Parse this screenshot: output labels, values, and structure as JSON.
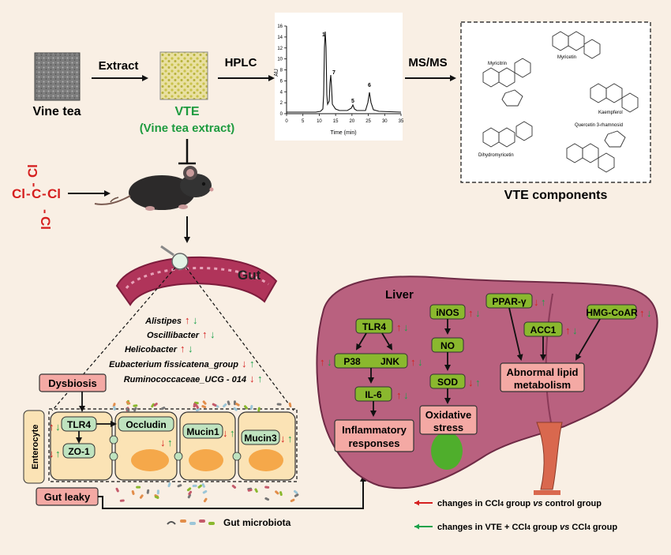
{
  "workflow": {
    "source": "Vine tea",
    "extract_arrow": "Extract",
    "vte_abbr": "VTE",
    "vte_full": "(Vine tea extract)",
    "hplc_arrow": "HPLC",
    "msms_arrow": "MS/MS",
    "components_title": "VTE components"
  },
  "hplc": {
    "y_axis_label": "AU",
    "x_axis_label": "Time (min)",
    "y_ticks": [
      "0",
      "2",
      "4",
      "6",
      "8",
      "10",
      "12",
      "14",
      "16"
    ],
    "x_ticks": [
      "0",
      "5",
      "10",
      "15",
      "20",
      "25",
      "30",
      "35"
    ],
    "peak_labels": [
      "1",
      "7",
      "5",
      "6"
    ]
  },
  "compounds": [
    "Myricitrin",
    "Myricetin",
    "Kaempferol",
    "Quercetin 3-rhamnosid",
    "Dihydromyricetin"
  ],
  "ccl4_formula": {
    "top": "Cl",
    "left": "Cl",
    "c": "C",
    "right": "Cl",
    "bottom": "Cl",
    "dash": "-"
  },
  "gut": {
    "organ_label": "Gut",
    "bacteria": [
      "Alistipes",
      "Oscillibacter",
      "Helicobacter",
      "Eubacterium fissicatena_group",
      "Ruminococcaceae_UCG - 014"
    ],
    "dysbiosis": "Dysbiosis",
    "enterocyte": "Enterocyte",
    "tlr4": "TLR4",
    "zo1": "ZO-1",
    "occludin": "Occludin",
    "mucin1": "Mucin1",
    "mucin3": "Mucin3",
    "gut_leaky": "Gut leaky",
    "microbiota_legend": "Gut microbiota"
  },
  "liver": {
    "organ_label": "Liver",
    "tlr4": "TLR4",
    "p38": "P38",
    "jnk": "JNK",
    "il6": "IL-6",
    "inflammatory": [
      "Inflammatory",
      "responses"
    ],
    "inos": "iNOS",
    "no": "NO",
    "sod": "SOD",
    "oxidative": [
      "Oxidative",
      "stress"
    ],
    "ppar": "PPAR-γ",
    "acc1": "ACC1",
    "hmg": "HMG-CoAR",
    "lipid": [
      "Abnormal lipid",
      "metabolism"
    ]
  },
  "legend": {
    "red_prefix": "changes in CCl",
    "red_sub": "4",
    "red_mid": " group ",
    "red_vs": "vs",
    "red_suffix": " control group",
    "green_prefix": "changes in VTE + CCl",
    "green_sub": "4",
    "green_mid": " group ",
    "green_vs": "vs",
    "green_suffix_pre": " CCl",
    "green_suffix_sub": "4",
    "green_suffix_post": " group"
  },
  "colors": {
    "background": "#f9efe4",
    "liver": "#b9617f",
    "gut": "#b0345a",
    "marker_green": "#8ab82e",
    "outcome_pink": "#f4a9a4",
    "up_down_red": "#d51f1f",
    "up_down_green": "#1aa24a",
    "vte_text_green": "#1e9b3f"
  }
}
